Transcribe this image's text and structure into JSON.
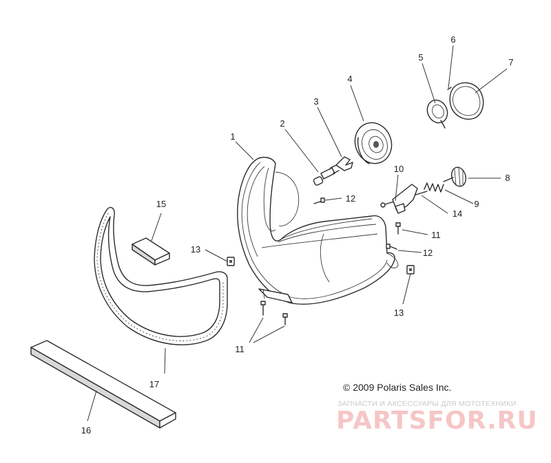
{
  "callouts": [
    {
      "id": "c1",
      "text": "1"
    },
    {
      "id": "c2",
      "text": "2"
    },
    {
      "id": "c3",
      "text": "3"
    },
    {
      "id": "c4",
      "text": "4"
    },
    {
      "id": "c5",
      "text": "5"
    },
    {
      "id": "c6",
      "text": "6"
    },
    {
      "id": "c7",
      "text": "7"
    },
    {
      "id": "c8",
      "text": "8"
    },
    {
      "id": "c9",
      "text": "9"
    },
    {
      "id": "c10",
      "text": "10"
    },
    {
      "id": "c11a",
      "text": "11"
    },
    {
      "id": "c11b",
      "text": "11"
    },
    {
      "id": "c12a",
      "text": "12"
    },
    {
      "id": "c12b",
      "text": "12"
    },
    {
      "id": "c13a",
      "text": "13"
    },
    {
      "id": "c13b",
      "text": "13"
    },
    {
      "id": "c14",
      "text": "14"
    },
    {
      "id": "c15",
      "text": "15"
    },
    {
      "id": "c16",
      "text": "16"
    },
    {
      "id": "c17",
      "text": "17"
    }
  ],
  "copyright": "© 2009 Polaris Sales Inc.",
  "watermark": {
    "subtitle": "ЗАПЧАСТИ И АКСЕССУАРЫ ДЛЯ МОТОТЕХНИКИ",
    "logo": "PARTSFOR.RU"
  }
}
